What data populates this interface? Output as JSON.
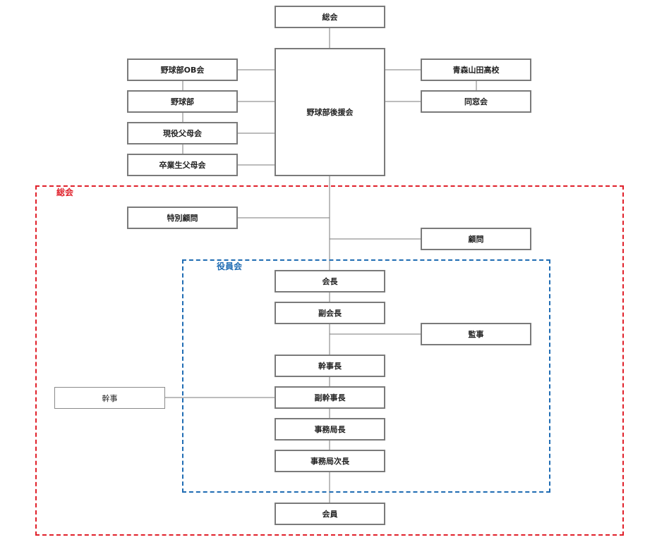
{
  "colors": {
    "box_border": "#7a7a7a",
    "connector": "#7a7a7a",
    "general_meeting_group": "#e0202a",
    "officers_group": "#1f6cb3"
  },
  "groups": {
    "general_meeting": "総会",
    "officers": "役員会"
  },
  "nodes": {
    "general_meeting_top": "総会",
    "support_association": "野球部後援会",
    "ob_association": "野球部OB会",
    "baseball_club": "野球部",
    "current_parents": "現役父母会",
    "graduate_parents": "卒業生父母会",
    "aomori_yamada_hs": "青森山田高校",
    "alumni_association": "同窓会",
    "special_advisor": "特別顧問",
    "advisor": "顧問",
    "president": "会長",
    "vice_president": "副会長",
    "auditor": "監事",
    "chief_secretary": "幹事長",
    "vice_chief_secretary": "副幹事長",
    "secretary": "幹事",
    "office_director": "事務局長",
    "deputy_office_director": "事務局次長",
    "member": "会員"
  }
}
